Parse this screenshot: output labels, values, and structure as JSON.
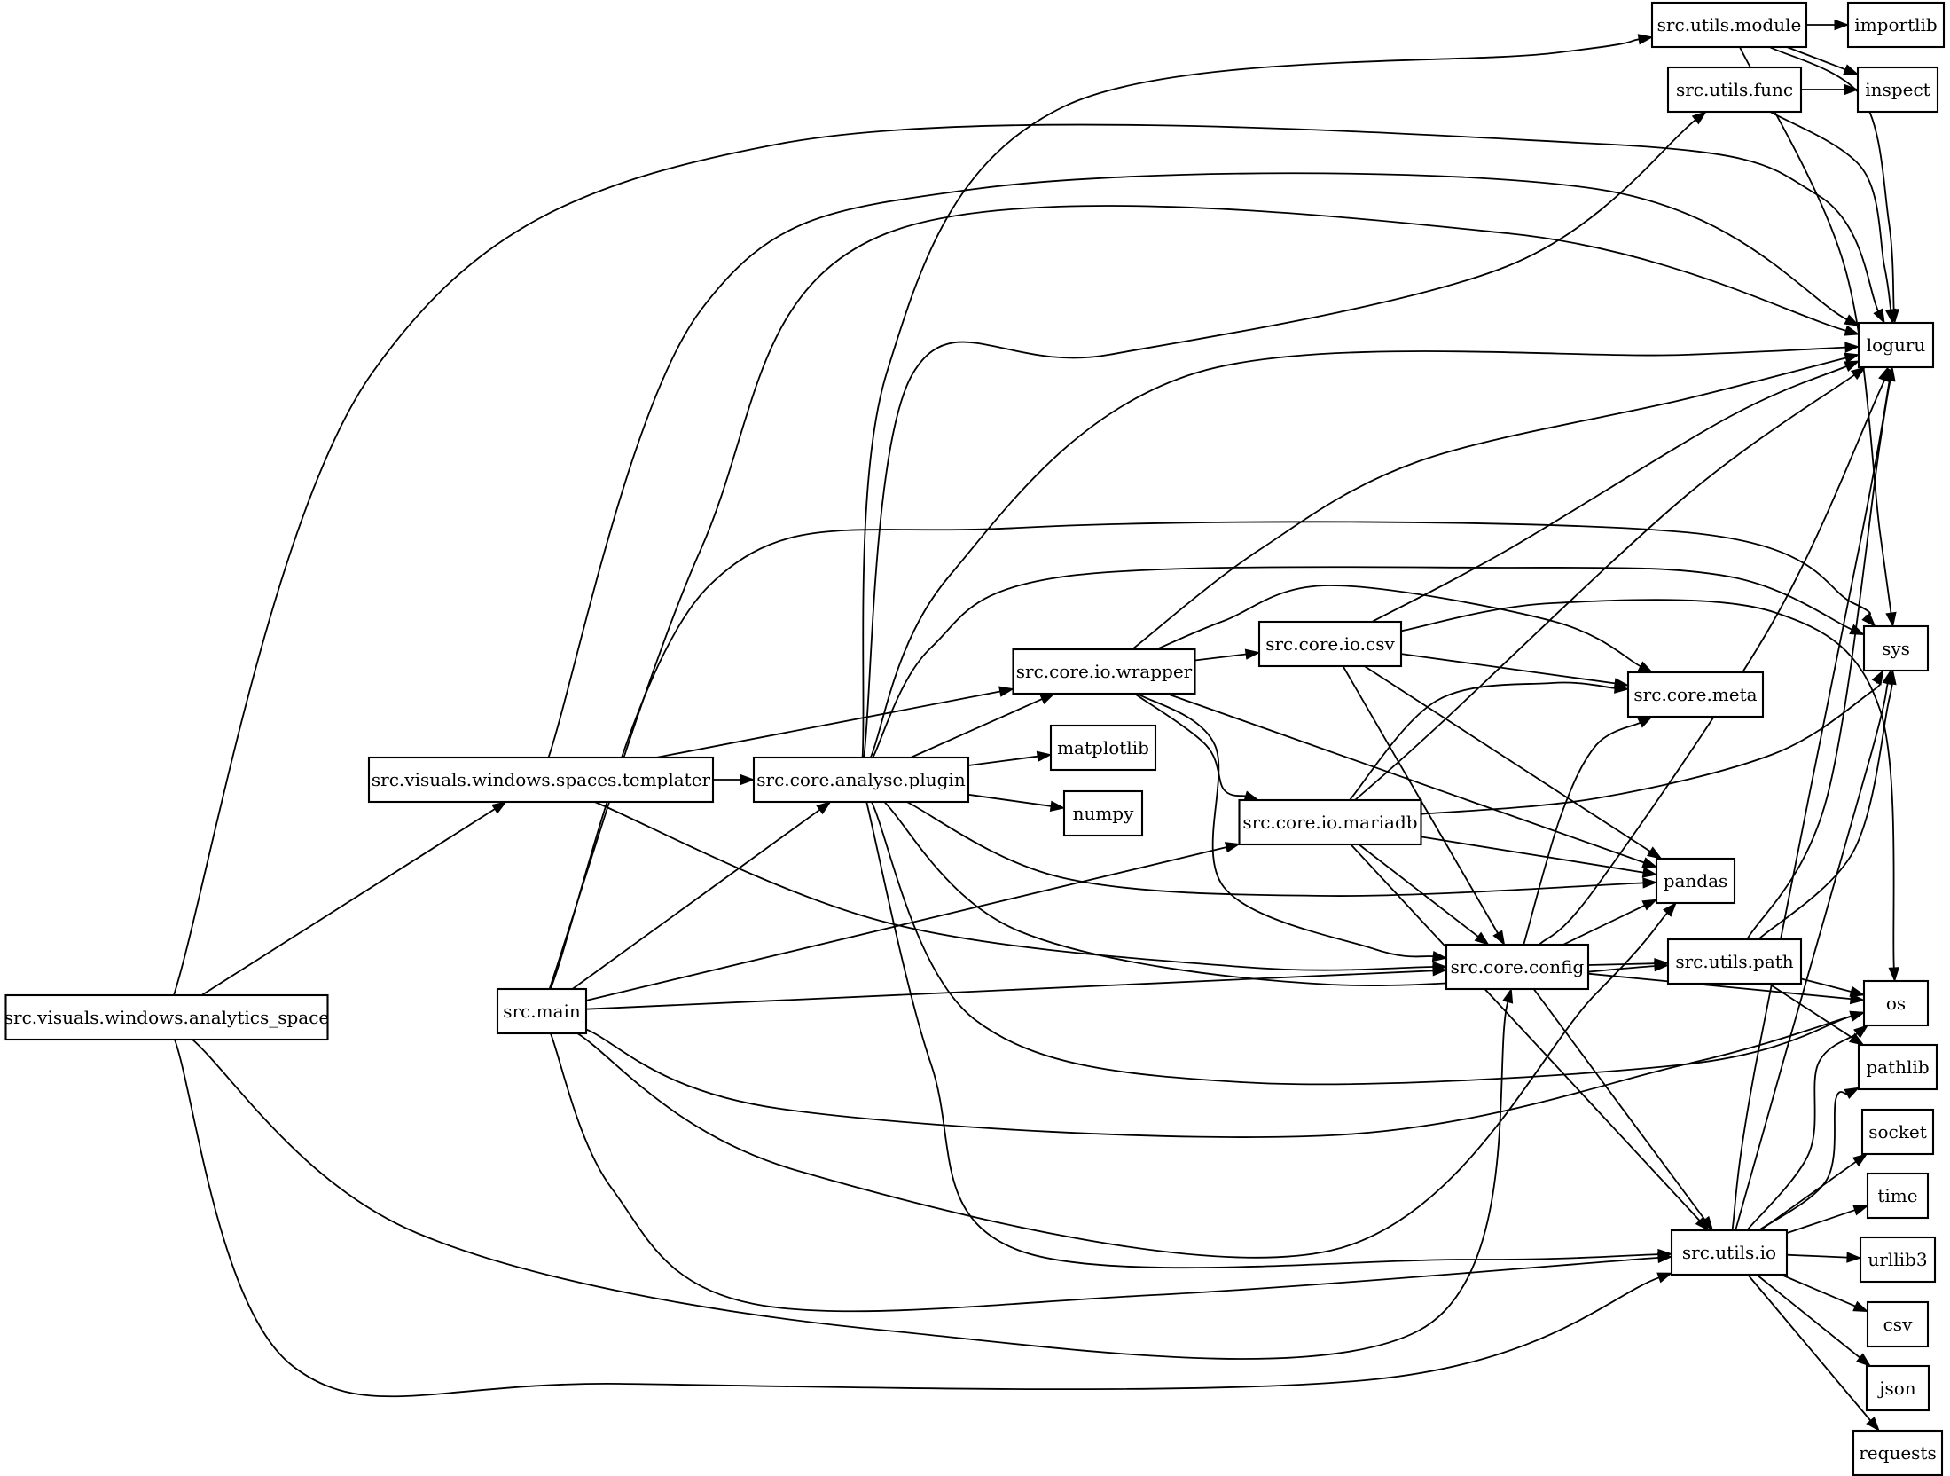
{
  "graph": {
    "nodes": [
      {
        "id": "analytics_space",
        "label": "src.visuals.windows.analytics_space"
      },
      {
        "id": "templater",
        "label": "src.visuals.windows.spaces.templater"
      },
      {
        "id": "main",
        "label": "src.main"
      },
      {
        "id": "plugin",
        "label": "src.core.analyse.plugin"
      },
      {
        "id": "wrapper",
        "label": "src.core.io.wrapper"
      },
      {
        "id": "matplotlib",
        "label": "matplotlib"
      },
      {
        "id": "numpy",
        "label": "numpy"
      },
      {
        "id": "csvio",
        "label": "src.core.io.csv"
      },
      {
        "id": "mariadb",
        "label": "src.core.io.mariadb"
      },
      {
        "id": "config",
        "label": "src.core.config"
      },
      {
        "id": "meta",
        "label": "src.core.meta"
      },
      {
        "id": "pandas",
        "label": "pandas"
      },
      {
        "id": "umodule",
        "label": "src.utils.module"
      },
      {
        "id": "ufunc",
        "label": "src.utils.func"
      },
      {
        "id": "upath",
        "label": "src.utils.path"
      },
      {
        "id": "uio",
        "label": "src.utils.io"
      },
      {
        "id": "importlib",
        "label": "importlib"
      },
      {
        "id": "inspect",
        "label": "inspect"
      },
      {
        "id": "loguru",
        "label": "loguru"
      },
      {
        "id": "sys",
        "label": "sys"
      },
      {
        "id": "os",
        "label": "os"
      },
      {
        "id": "pathlib",
        "label": "pathlib"
      },
      {
        "id": "socket",
        "label": "socket"
      },
      {
        "id": "time",
        "label": "time"
      },
      {
        "id": "urllib3",
        "label": "urllib3"
      },
      {
        "id": "csv",
        "label": "csv"
      },
      {
        "id": "json",
        "label": "json"
      },
      {
        "id": "requests",
        "label": "requests"
      }
    ],
    "edges": [
      [
        "analytics_space",
        "templater"
      ],
      [
        "analytics_space",
        "loguru"
      ],
      [
        "analytics_space",
        "config"
      ],
      [
        "analytics_space",
        "uio"
      ],
      [
        "templater",
        "plugin"
      ],
      [
        "templater",
        "wrapper"
      ],
      [
        "templater",
        "config"
      ],
      [
        "templater",
        "loguru"
      ],
      [
        "main",
        "plugin"
      ],
      [
        "main",
        "mariadb"
      ],
      [
        "main",
        "config"
      ],
      [
        "main",
        "uio"
      ],
      [
        "main",
        "loguru"
      ],
      [
        "main",
        "sys"
      ],
      [
        "main",
        "os"
      ],
      [
        "main",
        "pandas"
      ],
      [
        "plugin",
        "wrapper"
      ],
      [
        "plugin",
        "matplotlib"
      ],
      [
        "plugin",
        "numpy"
      ],
      [
        "plugin",
        "pandas"
      ],
      [
        "plugin",
        "upath"
      ],
      [
        "plugin",
        "os"
      ],
      [
        "plugin",
        "uio"
      ],
      [
        "plugin",
        "umodule"
      ],
      [
        "plugin",
        "ufunc"
      ],
      [
        "plugin",
        "loguru"
      ],
      [
        "plugin",
        "sys"
      ],
      [
        "wrapper",
        "csvio"
      ],
      [
        "wrapper",
        "mariadb"
      ],
      [
        "wrapper",
        "config"
      ],
      [
        "wrapper",
        "pandas"
      ],
      [
        "wrapper",
        "loguru"
      ],
      [
        "wrapper",
        "meta"
      ],
      [
        "csvio",
        "meta"
      ],
      [
        "csvio",
        "config"
      ],
      [
        "csvio",
        "pandas"
      ],
      [
        "csvio",
        "loguru"
      ],
      [
        "csvio",
        "os"
      ],
      [
        "mariadb",
        "meta"
      ],
      [
        "mariadb",
        "config"
      ],
      [
        "mariadb",
        "pandas"
      ],
      [
        "mariadb",
        "uio"
      ],
      [
        "mariadb",
        "loguru"
      ],
      [
        "mariadb",
        "sys"
      ],
      [
        "config",
        "meta"
      ],
      [
        "config",
        "pandas"
      ],
      [
        "config",
        "upath"
      ],
      [
        "config",
        "os"
      ],
      [
        "config",
        "uio"
      ],
      [
        "config",
        "loguru"
      ],
      [
        "umodule",
        "importlib"
      ],
      [
        "umodule",
        "inspect"
      ],
      [
        "umodule",
        "loguru"
      ],
      [
        "umodule",
        "sys"
      ],
      [
        "ufunc",
        "inspect"
      ],
      [
        "ufunc",
        "loguru"
      ],
      [
        "upath",
        "loguru"
      ],
      [
        "upath",
        "sys"
      ],
      [
        "upath",
        "os"
      ],
      [
        "upath",
        "pathlib"
      ],
      [
        "uio",
        "loguru"
      ],
      [
        "uio",
        "sys"
      ],
      [
        "uio",
        "os"
      ],
      [
        "uio",
        "pathlib"
      ],
      [
        "uio",
        "socket"
      ],
      [
        "uio",
        "time"
      ],
      [
        "uio",
        "urllib3"
      ],
      [
        "uio",
        "csv"
      ],
      [
        "uio",
        "json"
      ],
      [
        "uio",
        "requests"
      ]
    ]
  }
}
